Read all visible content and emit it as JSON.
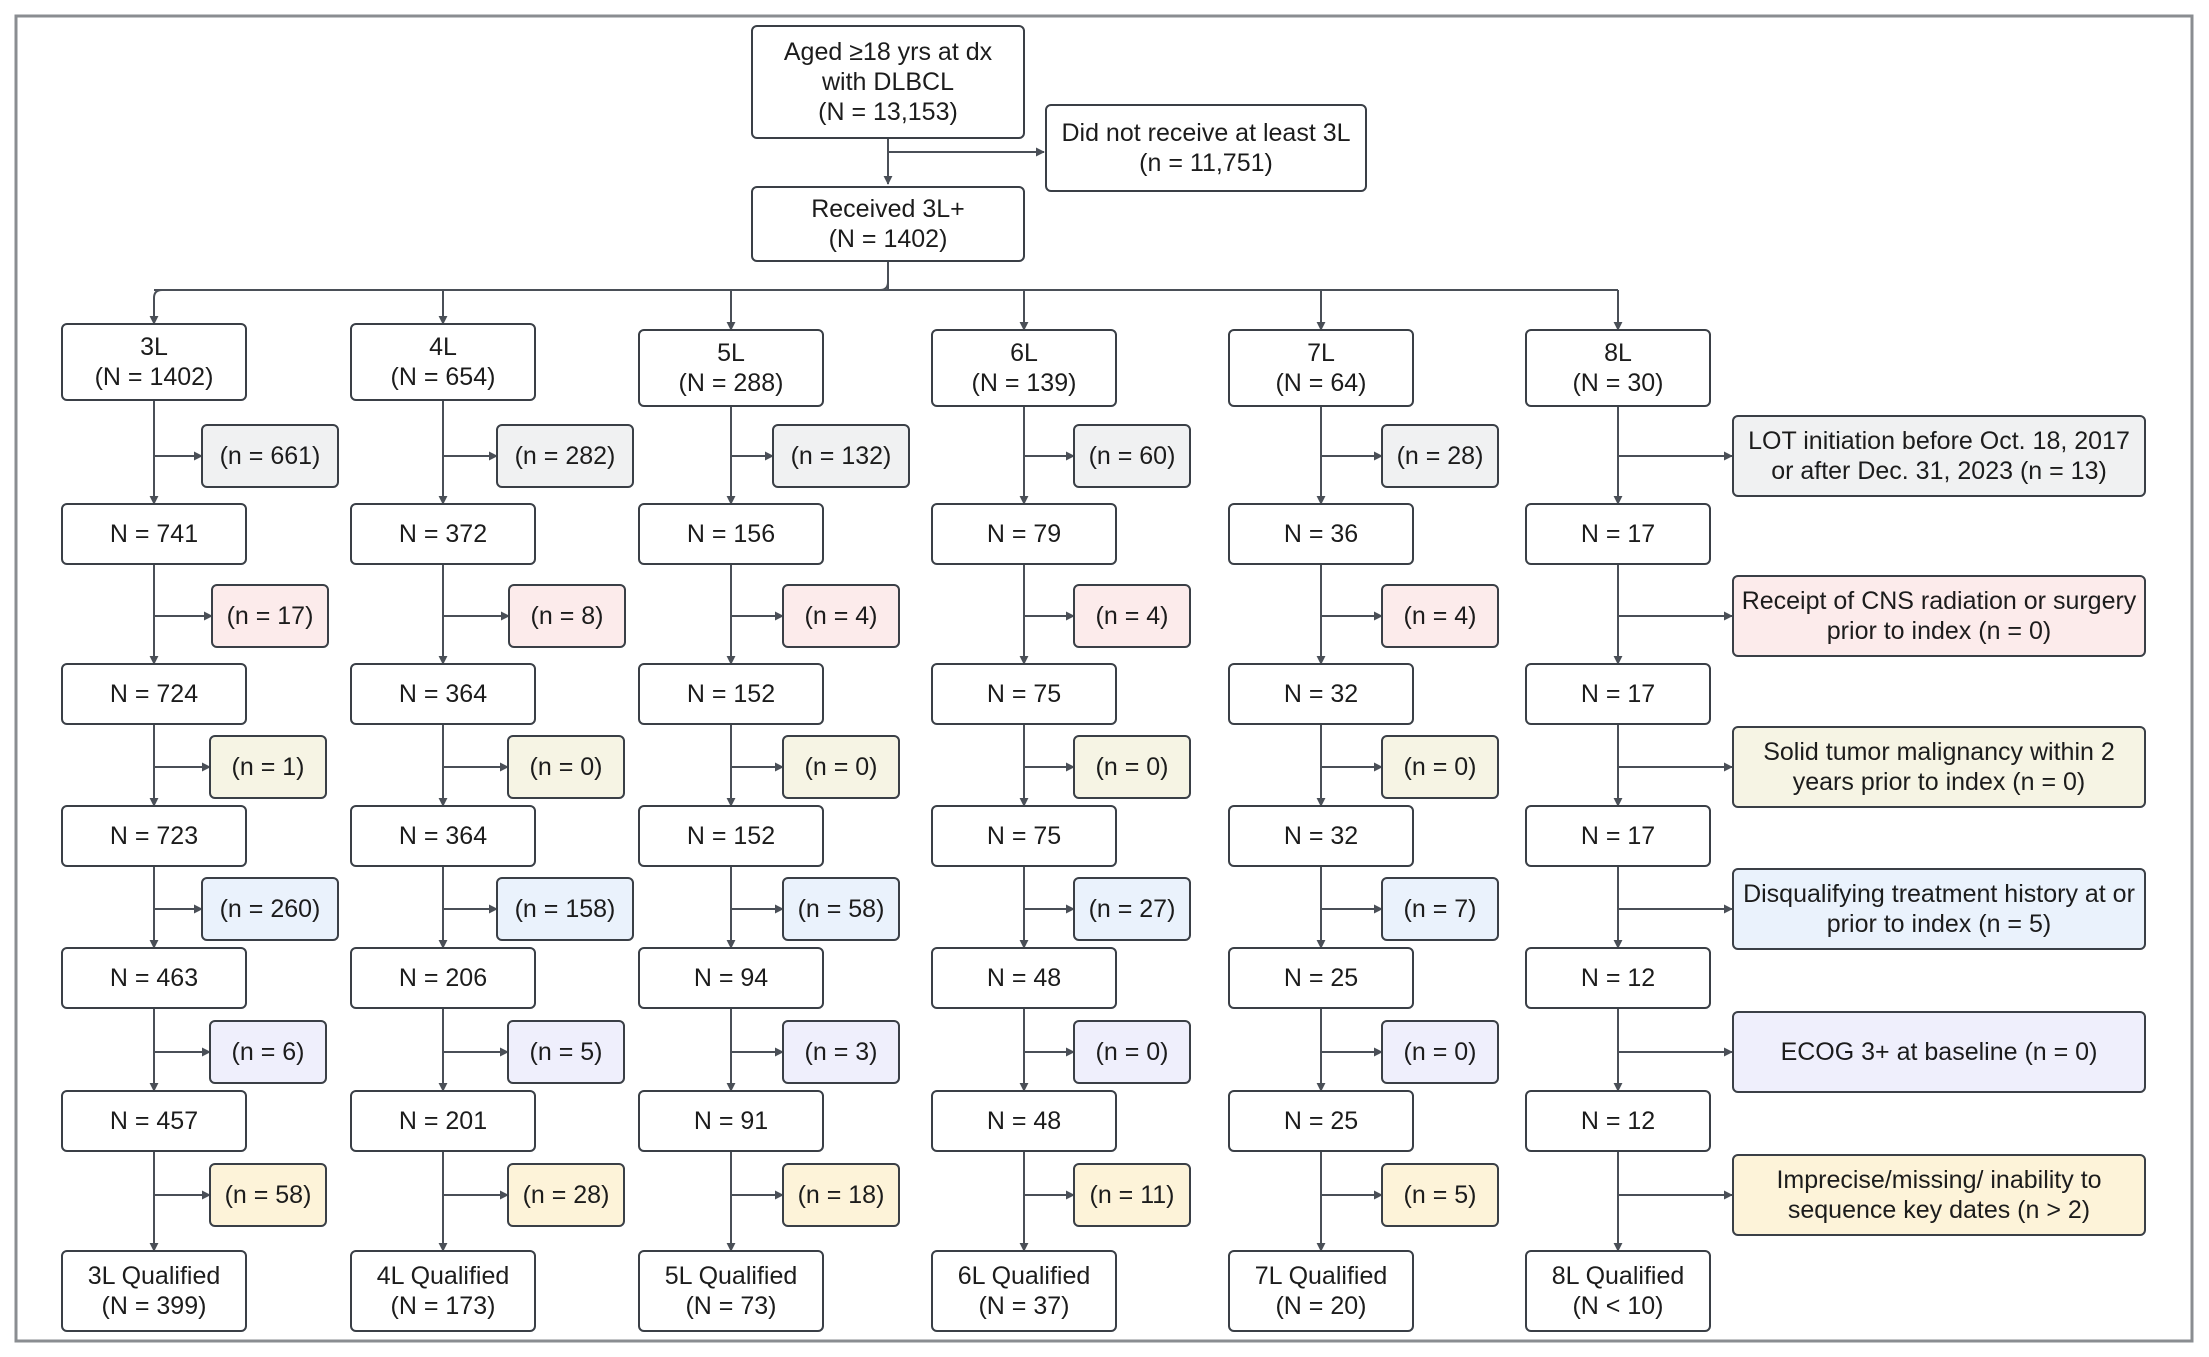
{
  "top": {
    "aged": [
      "Aged ≥18 yrs at dx",
      "with DLBCL",
      "(N = 13,153)"
    ],
    "excluded": [
      "Did not receive at least 3L",
      "(n = 11,751)"
    ],
    "received": [
      "Received 3L+",
      "(N = 1402)"
    ]
  },
  "colors": {
    "gray": "#f0f1f2",
    "pink": "#fcebeb",
    "olive": "#f6f4e4",
    "blue": "#eaf2fc",
    "lavender": "#efeffc",
    "yellow": "#fdf3d9",
    "border": "#3a3f46",
    "line": "#4a4f57"
  },
  "columns": [
    {
      "header": [
        "3L",
        "(N = 1402)"
      ],
      "stages": [
        "N = 741",
        "N = 724",
        "N = 723",
        "N = 463",
        "N = 457"
      ],
      "exclusions": [
        "(n = 661)",
        "(n = 17)",
        "(n = 1)",
        "(n = 260)",
        "(n = 6)",
        "(n = 58)"
      ],
      "final": [
        "3L Qualified",
        "(N = 399)"
      ]
    },
    {
      "header": [
        "4L",
        "(N = 654)"
      ],
      "stages": [
        "N = 372",
        "N = 364",
        "N = 364",
        "N = 206",
        "N = 201"
      ],
      "exclusions": [
        "(n = 282)",
        "(n = 8)",
        "(n = 0)",
        "(n = 158)",
        "(n = 5)",
        "(n = 28)"
      ],
      "final": [
        "4L Qualified",
        "(N = 173)"
      ]
    },
    {
      "header": [
        "5L",
        "(N = 288)"
      ],
      "stages": [
        "N = 156",
        "N = 152",
        "N = 152",
        "N = 94",
        "N = 91"
      ],
      "exclusions": [
        "(n = 132)",
        "(n = 4)",
        "(n = 0)",
        "(n = 58)",
        "(n = 3)",
        "(n = 18)"
      ],
      "final": [
        "5L Qualified",
        "(N = 73)"
      ]
    },
    {
      "header": [
        "6L",
        "(N = 139)"
      ],
      "stages": [
        "N = 79",
        "N = 75",
        "N = 75",
        "N = 48",
        "N = 48"
      ],
      "exclusions": [
        "(n = 60)",
        "(n = 4)",
        "(n = 0)",
        "(n = 27)",
        "(n = 0)",
        "(n = 11)"
      ],
      "final": [
        "6L Qualified",
        "(N = 37)"
      ]
    },
    {
      "header": [
        "7L",
        "(N = 64)"
      ],
      "stages": [
        "N = 36",
        "N = 32",
        "N = 32",
        "N = 25",
        "N = 25"
      ],
      "exclusions": [
        "(n = 28)",
        "(n = 4)",
        "(n = 0)",
        "(n = 7)",
        "(n = 0)",
        "(n = 5)"
      ],
      "final": [
        "7L Qualified",
        "(N = 20)"
      ]
    },
    {
      "header": [
        "8L",
        "(N = 30)"
      ],
      "stages": [
        "N = 17",
        "N = 17",
        "N = 17",
        "N = 12",
        "N = 12"
      ],
      "exclusions": [],
      "final": [
        "8L Qualified",
        "(N < 10)"
      ]
    }
  ],
  "criteria": [
    [
      "LOT initiation before Oct. 18, 2017",
      "or after Dec. 31, 2023 (n = 13)"
    ],
    [
      "Receipt of CNS radiation or surgery",
      "prior to index (n = 0)"
    ],
    [
      "Solid tumor malignancy within 2",
      "years prior to index (n = 0)"
    ],
    [
      "Disqualifying treatment history at or",
      "prior to index (n = 5)"
    ],
    [
      "ECOG 3+ at baseline (n = 0)"
    ],
    [
      "Imprecise/missing/ inability to",
      "sequence key dates (n > 2)"
    ]
  ]
}
